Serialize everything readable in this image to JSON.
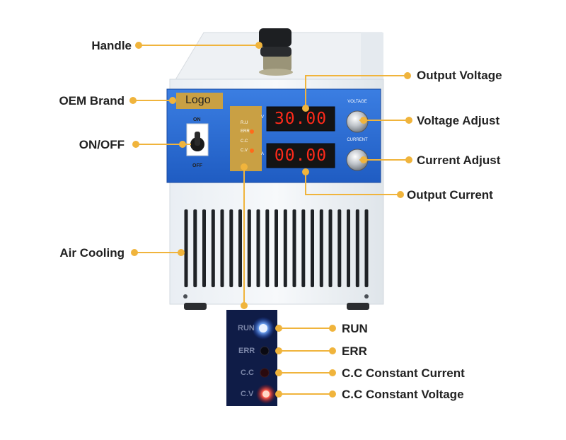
{
  "labels": {
    "handle": "Handle",
    "oem_brand": "OEM Brand",
    "on_off": "ON/OFF",
    "air_cooling": "Air Cooling",
    "output_voltage": "Output Voltage",
    "voltage_adjust": "Voltage Adjust",
    "current_adjust": "Current Adjust",
    "output_current": "Output Current",
    "run": "RUN",
    "err": "ERR",
    "cc_constant_current": "C.C Constant Current",
    "cc_constant_voltage": "C.C Constant Voltage"
  },
  "panel": {
    "logo": "Logo",
    "switch_on": "ON",
    "switch_off": "OFF",
    "voltage_display": "30.00",
    "current_display": "00.00",
    "voltage_unit": "V",
    "current_unit": "A",
    "voltage_knob_label": "VOLTAGE",
    "current_knob_label": "CURRENT",
    "mini_leds": [
      "R.U",
      "ERR",
      "C.C",
      "C.V"
    ]
  },
  "indicator_panel": {
    "run": "RUN",
    "err": "ERR",
    "cc": "C.C",
    "cv": "C.V"
  },
  "colors": {
    "accent_callout": "#f0b43c",
    "panel_blue": "#2f6fd6",
    "display_red": "#ff2a1a",
    "run_led": "#3b8cff",
    "cv_led": "#ff4a4a"
  }
}
